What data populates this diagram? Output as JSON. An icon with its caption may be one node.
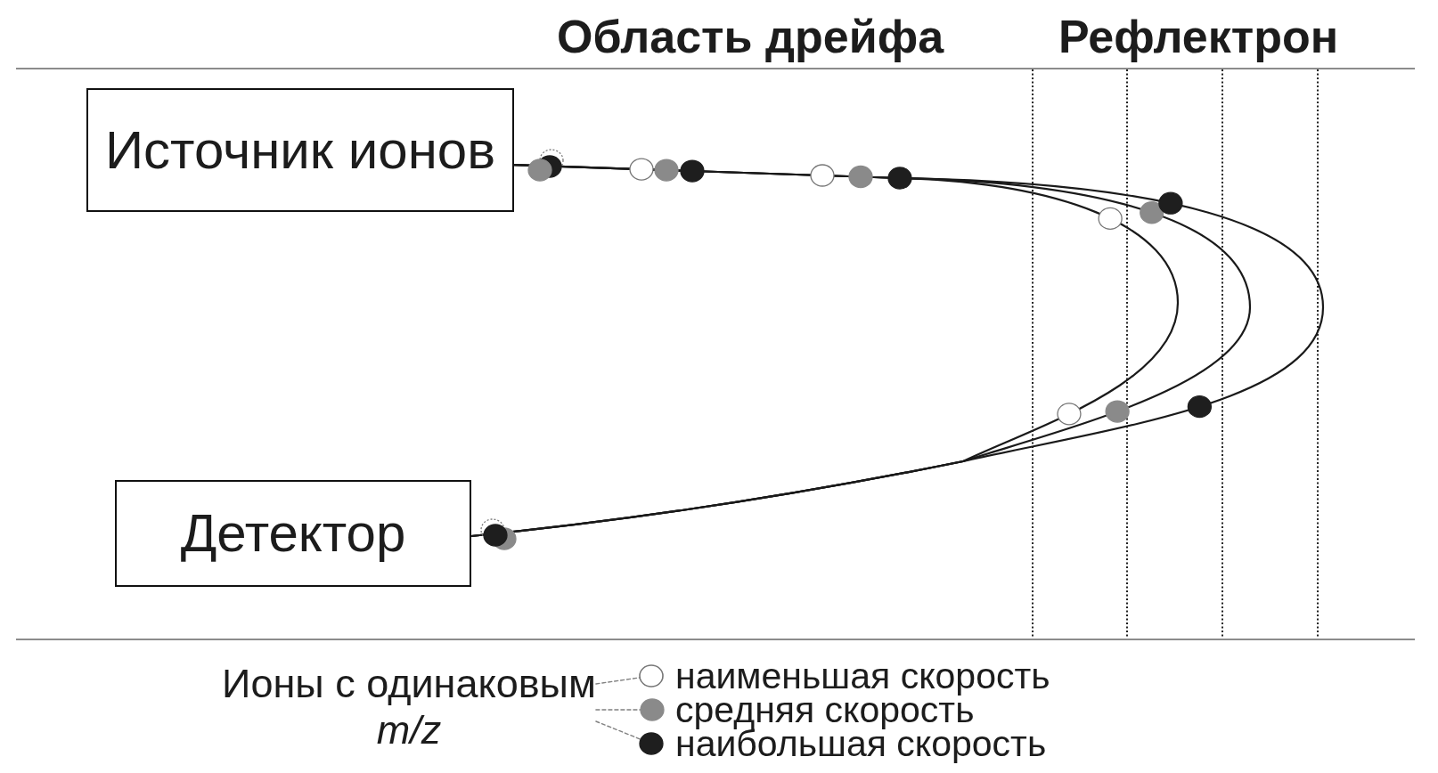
{
  "diagram": {
    "nodes": [
      {
        "text": [
          "Источник ионов"
        ]
      },
      {
        "text": [
          "Детектор"
        ]
      },
      {
        "text": [
          "Ионы с одинаковым *m/z*"
        ]
      },
      {
        "text": [],
        "shape": "circle"
      },
      {
        "text": [],
        "shape": "circle"
      },
      {
        "text": [],
        "shape": "circle"
      }
    ],
    "edges": [
      {
        "from": 0,
        "to": 1,
        "arrow": "none"
      },
      {
        "from": 0,
        "to": 1,
        "arrow": "none"
      },
      {
        "from": 0,
        "to": 1,
        "arrow": "none"
      },
      {
        "from": 2,
        "to": 3,
        "arrow": "none",
        "style": "dashed",
        "color": "#808080"
      },
      {
        "from": 2,
        "to": 4,
        "arrow": "none",
        "style": "dashed",
        "color": "#808080"
      },
      {
        "from": 2,
        "to": 5,
        "arrow": "none",
        "style": "dashed",
        "color": "#808080"
      }
    ],
    "labels": [
      "Область дрейфа",
      "Рефлектрон"
    ],
    "legend": [
      {
        "text": "наименьшая скорость"
      },
      {
        "text": "средняя скорость",
        "color": "#8a8a8a"
      },
      {
        "text": "наибольшая скорость",
        "color": "#1e1e1e"
      }
    ]
  }
}
